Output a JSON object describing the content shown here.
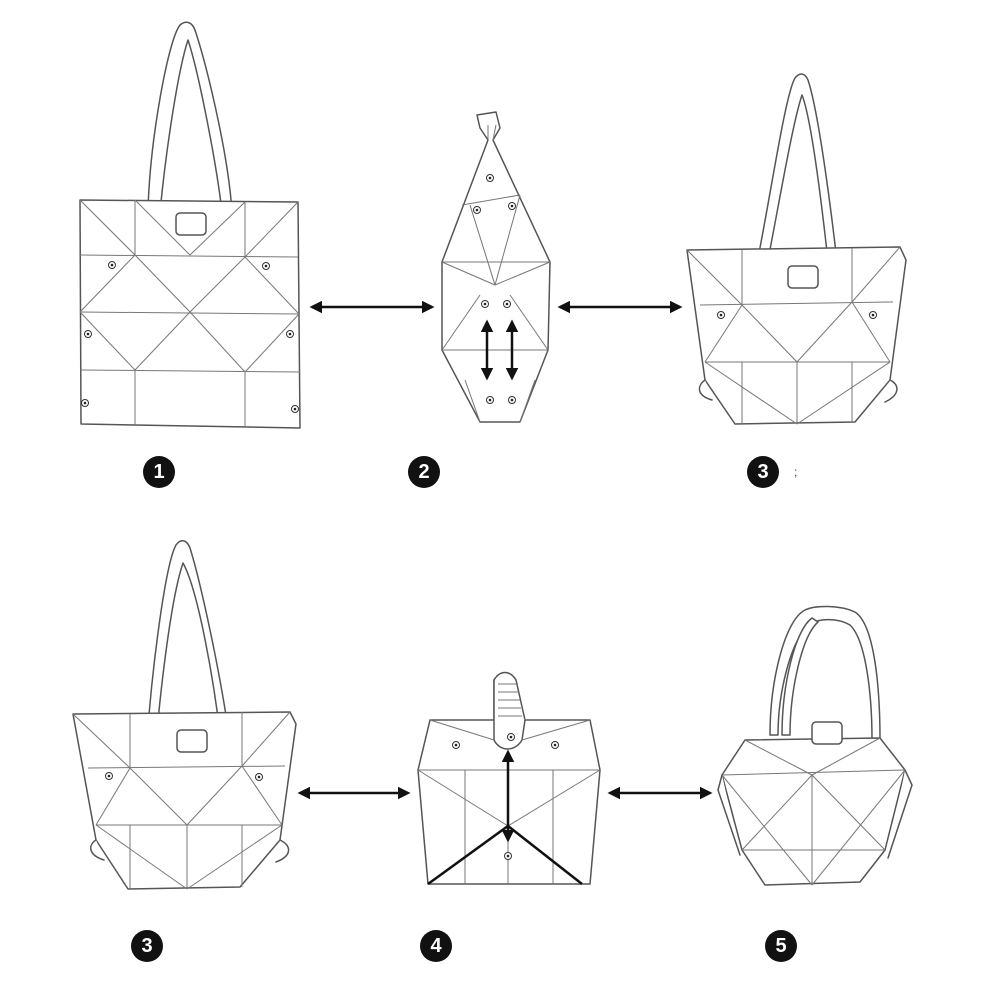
{
  "steps": [
    {
      "label": "1"
    },
    {
      "label": "2"
    },
    {
      "label": "3",
      "note": ";"
    },
    {
      "label": "3"
    },
    {
      "label": "4"
    },
    {
      "label": "5"
    }
  ],
  "colors": {
    "outline": "#555555",
    "arrow": "#111111",
    "badge": "#111111",
    "background": "#ffffff"
  }
}
